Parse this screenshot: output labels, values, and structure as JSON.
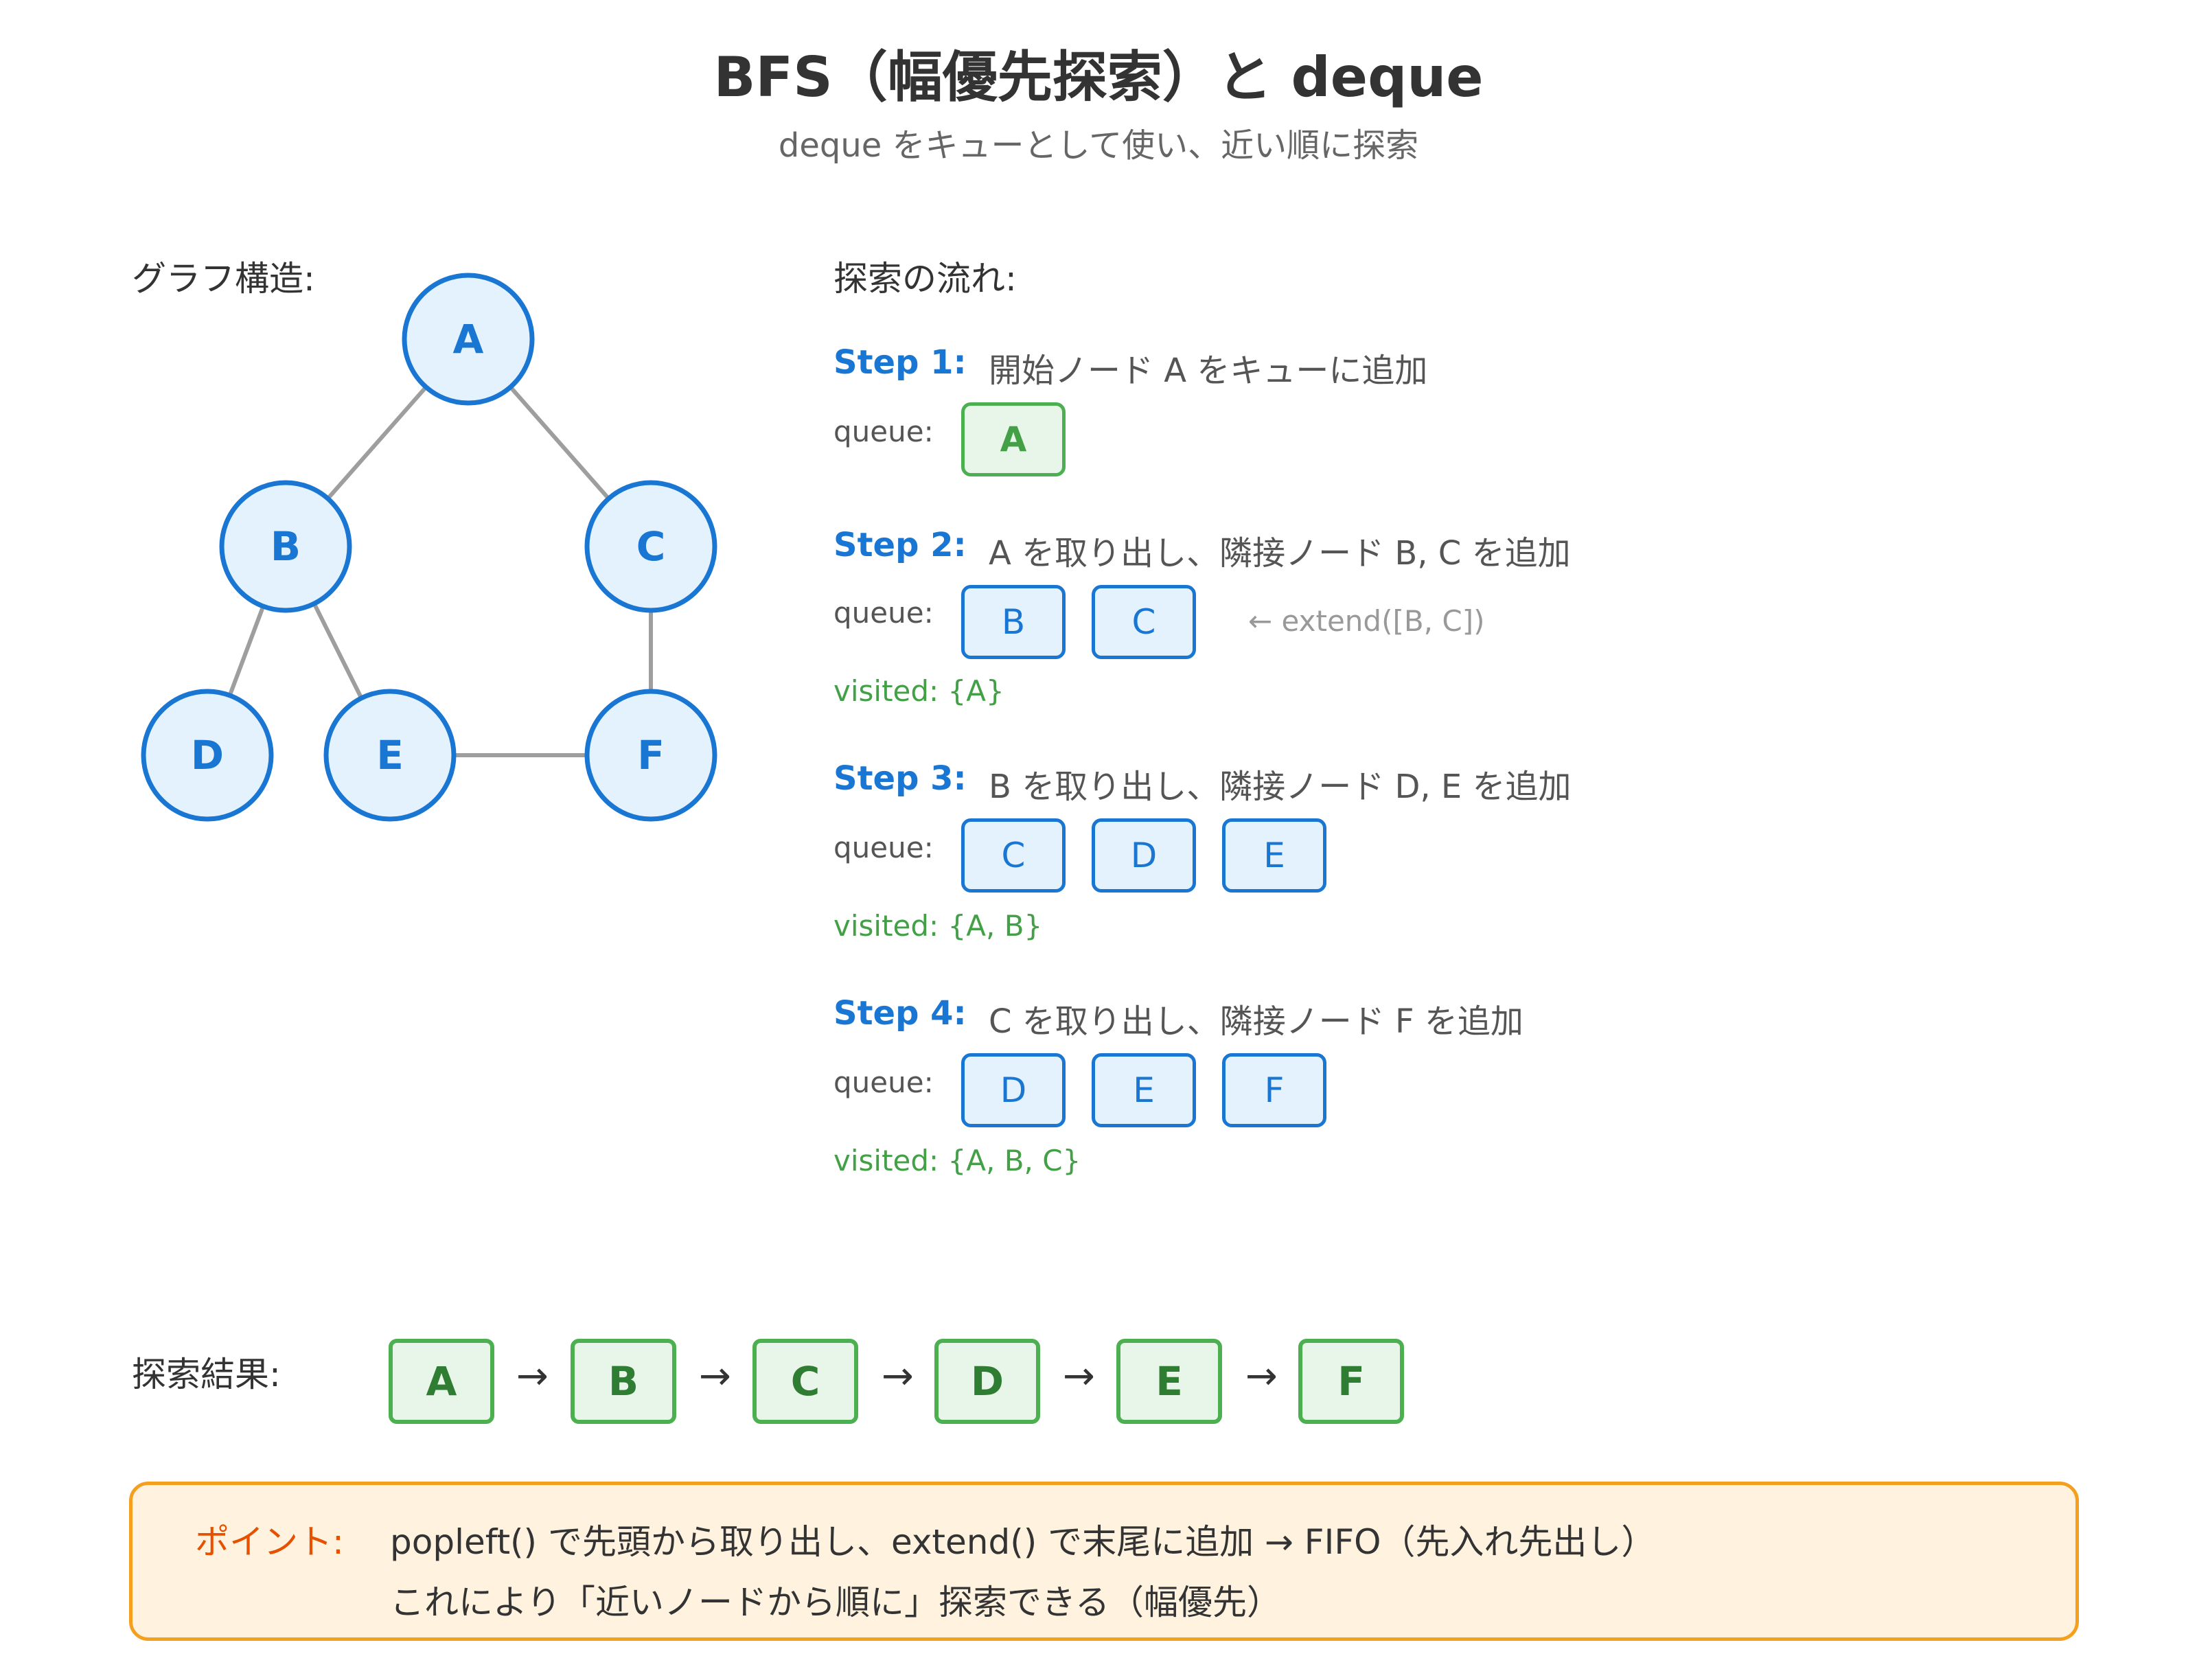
{
  "title": "BFS（幅優先探索）と deque",
  "subtitle": "deque をキューとして使い、近い順に探索",
  "graph": {
    "heading": "グラフ構造:",
    "nodes": [
      {
        "id": "A",
        "label": "A"
      },
      {
        "id": "B",
        "label": "B"
      },
      {
        "id": "C",
        "label": "C"
      },
      {
        "id": "D",
        "label": "D"
      },
      {
        "id": "E",
        "label": "E"
      },
      {
        "id": "F",
        "label": "F"
      }
    ],
    "edges": [
      [
        "A",
        "B"
      ],
      [
        "A",
        "C"
      ],
      [
        "B",
        "D"
      ],
      [
        "B",
        "E"
      ],
      [
        "C",
        "F"
      ],
      [
        "E",
        "F"
      ]
    ]
  },
  "flow": {
    "heading": "探索の流れ:",
    "queue_label": "queue:",
    "steps": [
      {
        "label": "Step 1:",
        "desc": "開始ノード A をキューに追加",
        "queue": [
          "A"
        ],
        "visited": "",
        "hint": ""
      },
      {
        "label": "Step 2:",
        "desc": "A を取り出し、隣接ノード B, C を追加",
        "queue": [
          "B",
          "C"
        ],
        "visited": "visited: {A}",
        "hint": "← extend([B, C])"
      },
      {
        "label": "Step 3:",
        "desc": "B を取り出し、隣接ノード D, E を追加",
        "queue": [
          "C",
          "D",
          "E"
        ],
        "visited": "visited: {A, B}",
        "hint": ""
      },
      {
        "label": "Step 4:",
        "desc": "C を取り出し、隣接ノード F を追加",
        "queue": [
          "D",
          "E",
          "F"
        ],
        "visited": "visited: {A, B, C}",
        "hint": ""
      }
    ]
  },
  "result": {
    "heading": "探索結果:",
    "order": [
      "A",
      "B",
      "C",
      "D",
      "E",
      "F"
    ],
    "arrow": "→"
  },
  "point": {
    "label": "ポイント:",
    "line1": "popleft() で先頭から取り出し、extend() で末尾に追加 → FIFO（先入れ先出し）",
    "line2": "これにより「近いノードから順に」探索できる（幅優先）"
  },
  "colors": {
    "node_stroke": "#1976d2",
    "node_fill": "#e3f2fd",
    "edge": "#9e9e9e",
    "green": "#4caf50",
    "orange": "#f59f1e"
  }
}
